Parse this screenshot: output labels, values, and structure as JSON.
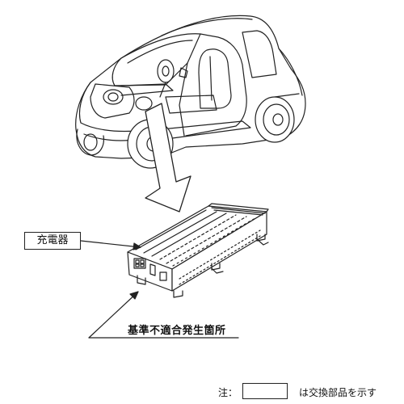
{
  "labels": {
    "charger": "充電器",
    "defect_location": "基準不適合発生箇所"
  },
  "note": {
    "prefix": "注：",
    "suffix": "は交換部品を示す"
  },
  "colors": {
    "line": "#222222",
    "fill": "#ffffff"
  }
}
